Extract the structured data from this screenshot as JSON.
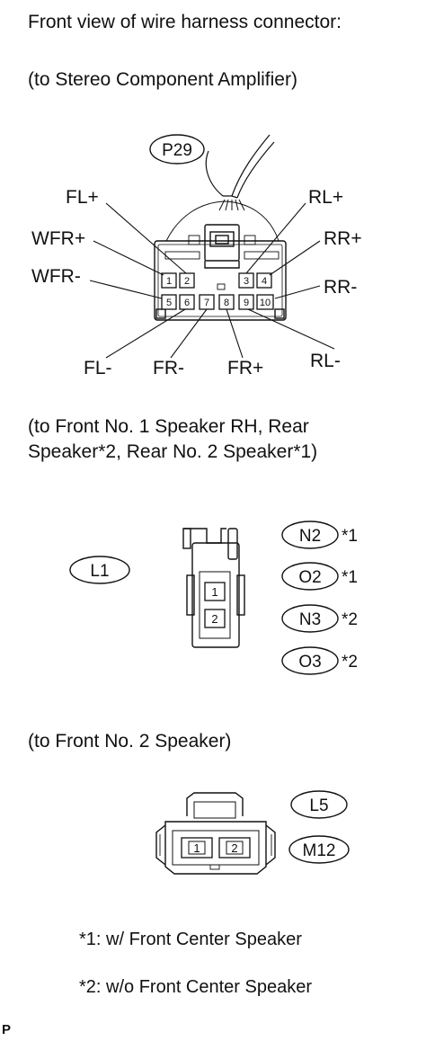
{
  "heading": "Front view of wire harness connector:",
  "connector1": {
    "caption": "(to Stereo Component Amplifier)",
    "code": "P29",
    "pins": [
      "1",
      "2",
      "3",
      "4",
      "5",
      "6",
      "7",
      "8",
      "9",
      "10"
    ],
    "labels": {
      "fl_plus": "FL+",
      "rl_plus": "RL+",
      "wfr_plus": "WFR+",
      "rr_plus": "RR+",
      "wfr_minus": "WFR-",
      "rr_minus": "RR-",
      "fl_minus": "FL-",
      "fr_minus": "FR-",
      "fr_plus": "FR+",
      "rl_minus": "RL-"
    }
  },
  "connector2": {
    "caption_line1": "(to Front No. 1 Speaker RH, Rear",
    "caption_line2": "Speaker*2, Rear No. 2 Speaker*1)",
    "code": "L1",
    "pins": [
      "1",
      "2"
    ],
    "variants": [
      {
        "code": "N2",
        "note": "*1"
      },
      {
        "code": "O2",
        "note": "*1"
      },
      {
        "code": "N3",
        "note": "*2"
      },
      {
        "code": "O3",
        "note": "*2"
      }
    ]
  },
  "connector3": {
    "caption": "(to Front No. 2 Speaker)",
    "codes": [
      "L5",
      "M12"
    ],
    "pins": [
      "1",
      "2"
    ]
  },
  "footnotes": {
    "note1": "*1: w/ Front Center Speaker",
    "note2": "*2: w/o Front Center Speaker"
  },
  "corner_mark": "P"
}
